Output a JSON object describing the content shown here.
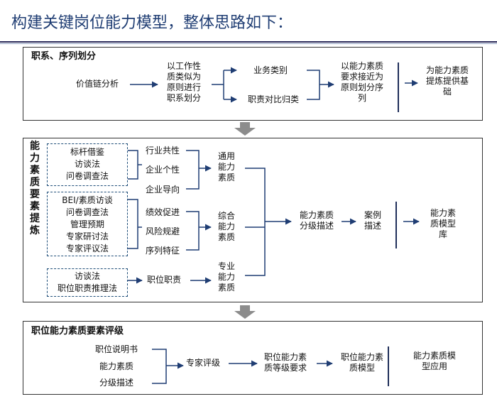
{
  "title": "构建关键岗位能力模型，整体思路如下：",
  "colors": {
    "title": "#1f3d73",
    "arrow": "#1f3d73",
    "down_arrow": "#8c8c8c",
    "dashed_border": "#1f4e79"
  },
  "section1": {
    "heading": "职系、序列划分",
    "value_chain": "价值链分析",
    "classify_l1": "以工作性",
    "classify_l2": "质类似为",
    "classify_l3": "原则进行",
    "classify_l4": "职系划分",
    "business_type": "业务类别",
    "duty_compare": "职责对比归类",
    "seq_l1": "以能力素质",
    "seq_l2": "要求接近为",
    "seq_l3": "原则划分序",
    "seq_l4": "列",
    "basis_l1": "为能力素质",
    "basis_l2": "提炼提供基",
    "basis_l3": "础"
  },
  "section2": {
    "heading_vertical": "能力素质要素提炼",
    "group1": [
      "标杆借鉴",
      "访谈法",
      "问卷调查法"
    ],
    "group2": [
      "BEI/素质访谈",
      "问卷调查法",
      "管理预期",
      "专家研讨法",
      "专家评议法"
    ],
    "group3": [
      "访谈法",
      "职位职责推理法"
    ],
    "industry": "行业共性",
    "enterprise_individual": "企业个性",
    "enterprise_orientation": "企业导向",
    "performance": "绩效促进",
    "risk": "风险规避",
    "sequence": "序列特征",
    "position_duty": "职位职责",
    "general_l1": "通用",
    "general_l2": "能力",
    "general_l3": "素质",
    "composite_l1": "综合",
    "composite_l2": "能力",
    "composite_l3": "素质",
    "professional_l1": "专业",
    "professional_l2": "能力",
    "professional_l3": "素质",
    "grading_l1": "能力素质",
    "grading_l2": "分级描述",
    "case_l1": "案例",
    "case_l2": "描述",
    "library_l1": "能力素",
    "library_l2": "质模型",
    "library_l3": "库"
  },
  "section3": {
    "heading": "职位能力素质要素评级",
    "input1": "职位说明书",
    "input2": "能力素质",
    "input3": "分级描述",
    "expert": "专家评级",
    "req_l1": "职位能力素",
    "req_l2": "质等级要求",
    "model_l1": "职位能力素",
    "model_l2": "质模型",
    "app_l1": "能力素质模",
    "app_l2": "型应用"
  }
}
